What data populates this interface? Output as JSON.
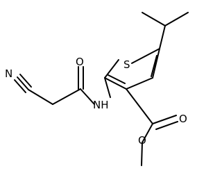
{
  "molecule": {
    "atoms": {
      "N": "N",
      "O_amide": "O",
      "O_ester_carbonyl": "O",
      "O_ester_alkoxy": "O",
      "S": "S",
      "NH": "NH"
    }
  }
}
